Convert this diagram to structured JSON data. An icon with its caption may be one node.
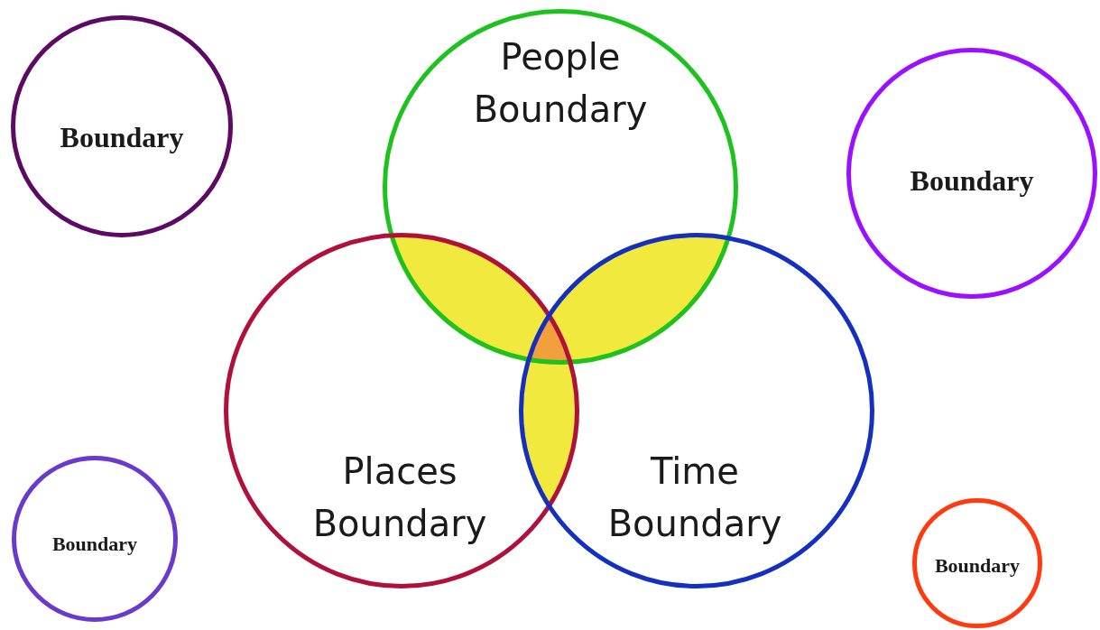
{
  "diagram": {
    "nodes": [
      {
        "text": [
          "People Boundary"
        ]
      },
      {
        "text": [
          "Places Boundary"
        ]
      },
      {
        "text": [
          "Time Boundary"
        ]
      },
      {
        "text": [
          "Boundary"
        ]
      },
      {
        "text": [
          "Boundary"
        ]
      },
      {
        "text": [
          "Boundary"
        ]
      },
      {
        "text": [
          "Boundary"
        ]
      }
    ]
  }
}
